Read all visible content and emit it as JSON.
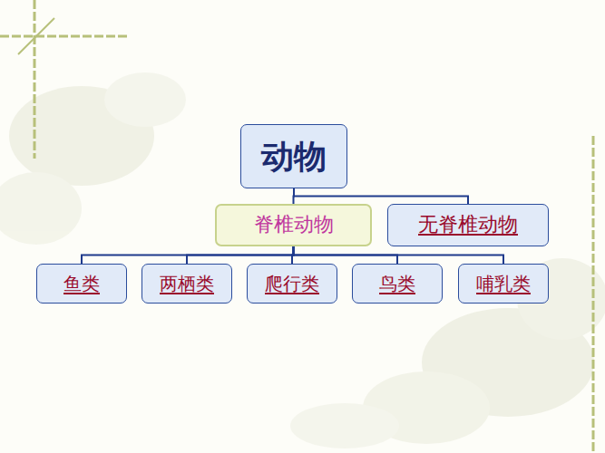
{
  "diagram": {
    "nodes": [
      {
        "text": [
          "动物"
        ]
      },
      {
        "text": [
          "脊椎动物"
        ]
      },
      {
        "text": [
          "无脊椎动物"
        ]
      },
      {
        "text": [
          "鱼类"
        ]
      },
      {
        "text": [
          "两栖类"
        ]
      },
      {
        "text": [
          "爬行类"
        ]
      },
      {
        "text": [
          "鸟类"
        ]
      },
      {
        "text": [
          "哺乳类"
        ]
      }
    ],
    "edges": [
      {
        "from": 0,
        "to": 1,
        "arrow": "none"
      },
      {
        "from": 0,
        "to": 2,
        "arrow": "none"
      },
      {
        "from": 1,
        "to": 3,
        "arrow": "none"
      },
      {
        "from": 1,
        "to": 4,
        "arrow": "none"
      },
      {
        "from": 1,
        "to": 5,
        "arrow": "none"
      },
      {
        "from": 1,
        "to": 6,
        "arrow": "none"
      },
      {
        "from": 1,
        "to": 7,
        "arrow": "none"
      }
    ]
  }
}
